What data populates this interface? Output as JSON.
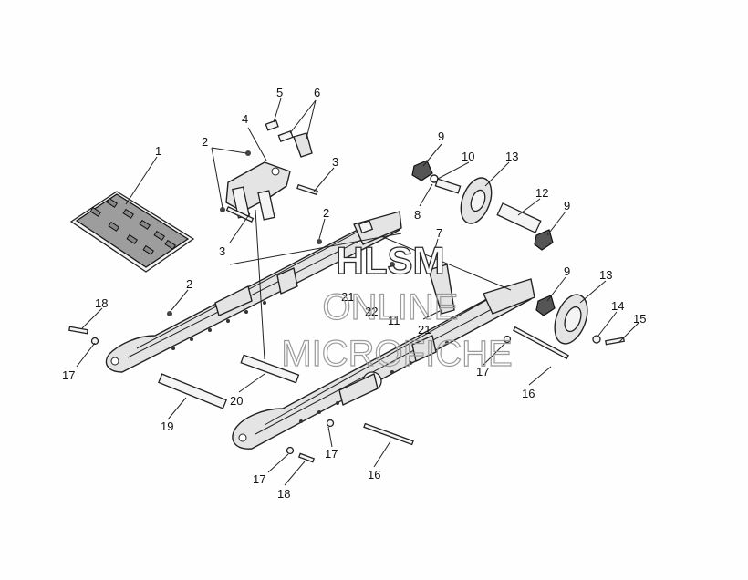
{
  "diagram": {
    "callouts": [
      {
        "id": "c1",
        "text": "1"
      },
      {
        "id": "c2a",
        "text": "2"
      },
      {
        "id": "c2b",
        "text": "2"
      },
      {
        "id": "c2c",
        "text": "2"
      },
      {
        "id": "c3a",
        "text": "3"
      },
      {
        "id": "c3b",
        "text": "3"
      },
      {
        "id": "c4",
        "text": "4"
      },
      {
        "id": "c5",
        "text": "5"
      },
      {
        "id": "c6",
        "text": "6"
      },
      {
        "id": "c7",
        "text": "7"
      },
      {
        "id": "c8",
        "text": "8"
      },
      {
        "id": "c9a",
        "text": "9"
      },
      {
        "id": "c9b",
        "text": "9"
      },
      {
        "id": "c9c",
        "text": "9"
      },
      {
        "id": "c10",
        "text": "10"
      },
      {
        "id": "c11",
        "text": "11"
      },
      {
        "id": "c12",
        "text": "12"
      },
      {
        "id": "c13a",
        "text": "13"
      },
      {
        "id": "c13b",
        "text": "13"
      },
      {
        "id": "c14",
        "text": "14"
      },
      {
        "id": "c15",
        "text": "15"
      },
      {
        "id": "c16a",
        "text": "16"
      },
      {
        "id": "c16b",
        "text": "16"
      },
      {
        "id": "c17a",
        "text": "17"
      },
      {
        "id": "c17b",
        "text": "17"
      },
      {
        "id": "c17c",
        "text": "17"
      },
      {
        "id": "c17d",
        "text": "17"
      },
      {
        "id": "c18a",
        "text": "18"
      },
      {
        "id": "c18b",
        "text": "18"
      },
      {
        "id": "c19",
        "text": "19"
      },
      {
        "id": "c20",
        "text": "20"
      },
      {
        "id": "c21a",
        "text": "21"
      },
      {
        "id": "c21b",
        "text": "21"
      },
      {
        "id": "c22",
        "text": "22"
      }
    ]
  },
  "watermark": {
    "line1": "HLSM",
    "line2": "ONLINE",
    "line3": "MICROFICHE"
  }
}
